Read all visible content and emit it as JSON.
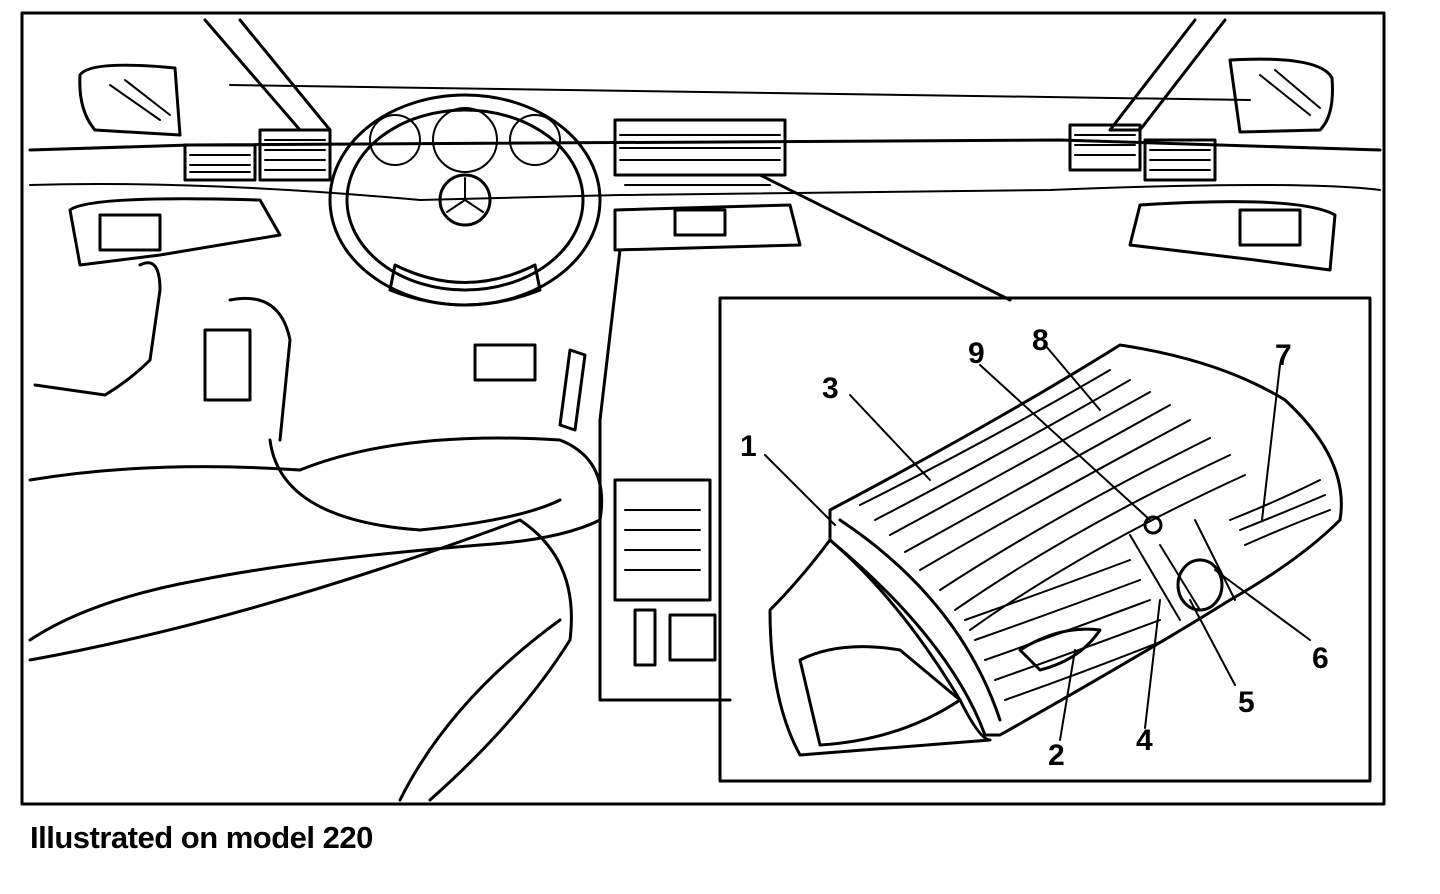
{
  "caption": "Illustrated on model 220",
  "callouts": [
    {
      "id": "1",
      "label": "1"
    },
    {
      "id": "2",
      "label": "2"
    },
    {
      "id": "3",
      "label": "3"
    },
    {
      "id": "4",
      "label": "4"
    },
    {
      "id": "5",
      "label": "5"
    },
    {
      "id": "6",
      "label": "6"
    },
    {
      "id": "7",
      "label": "7"
    },
    {
      "id": "8",
      "label": "8"
    },
    {
      "id": "9",
      "label": "9"
    }
  ]
}
